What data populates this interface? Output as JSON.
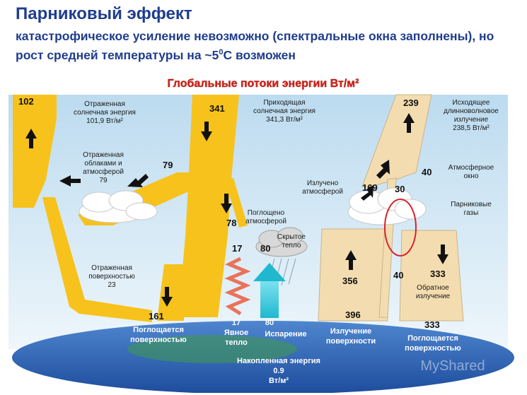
{
  "header": {
    "title": "Парниковый эффект",
    "subtitle_pre": "катастрофическое усиление невозможно (спектральные окна заполнены), но рост средней температуры на ~5",
    "subtitle_sup": "0",
    "subtitle_post": "С возможен"
  },
  "diagram": {
    "heading": "Глобальные потоки энергии Вт/м²",
    "reflected_solar": {
      "value": "102",
      "lines": [
        "Отраженная",
        "солнечная энергия",
        "101,9 Вт/м²"
      ]
    },
    "incoming_solar": {
      "value": "341",
      "lines": [
        "Приходящая",
        "солнечная энергия",
        "341,3 Вт/м²"
      ]
    },
    "outgoing_lw": {
      "value": "239",
      "lines": [
        "Исходящее",
        "длинноволновое",
        "излучение",
        "238,5 Вт/м²"
      ]
    },
    "reflected_clouds": {
      "value": "79",
      "lines": [
        "Отраженная",
        "облаками и",
        "атмосферой",
        "79"
      ]
    },
    "reflected_surface": {
      "lines": [
        "Отраженная",
        "поверхностью",
        "23"
      ]
    },
    "absorbed_atm": {
      "value": "78",
      "lines": [
        "Поглощено",
        "атмосферой"
      ]
    },
    "emitted_atm": {
      "value": "169",
      "lines": [
        "Излучено",
        "атмосферой"
      ]
    },
    "atm_window": {
      "value": "40",
      "lines": [
        "Атмосферное",
        "окно"
      ]
    },
    "greenhouse": {
      "value": "30",
      "lines": [
        "Парниковые",
        "газы"
      ]
    },
    "latent_heat": {
      "value": "80",
      "lines": [
        "Скрытое",
        "тепло"
      ]
    },
    "sensible_value": "17",
    "surface_emit_value": "356",
    "window_value_low": "40",
    "back_rad": {
      "value": "333",
      "lines": [
        "Обратное",
        "излучение"
      ]
    },
    "surface_abs_solar": "161",
    "surface_emit_total": "396",
    "surface_abs_back": "333",
    "bottom": {
      "absorbed_surface": [
        "Поглощается",
        "поверхностью"
      ],
      "sensible": {
        "value": "17",
        "lines": [
          "Явное",
          "тепло"
        ]
      },
      "evap": {
        "value": "80",
        "label": "Испарение"
      },
      "surface_emission": [
        "Излучение",
        "поверхности"
      ],
      "absorbed_surface2": [
        "Поглощается",
        "поверхностью"
      ],
      "net": [
        "Накопленная энергия",
        "0.9",
        "Вт/м²"
      ]
    },
    "watermark": "MyShared"
  },
  "colors": {
    "title": "#1f3d8c",
    "heading": "#e0251b",
    "solar": "#f7c21b",
    "infrared": "#f3ddb0",
    "sky_top": "#bcdbef",
    "sky_bottom": "#eaf4fa",
    "earth": "#2a5fb4"
  }
}
